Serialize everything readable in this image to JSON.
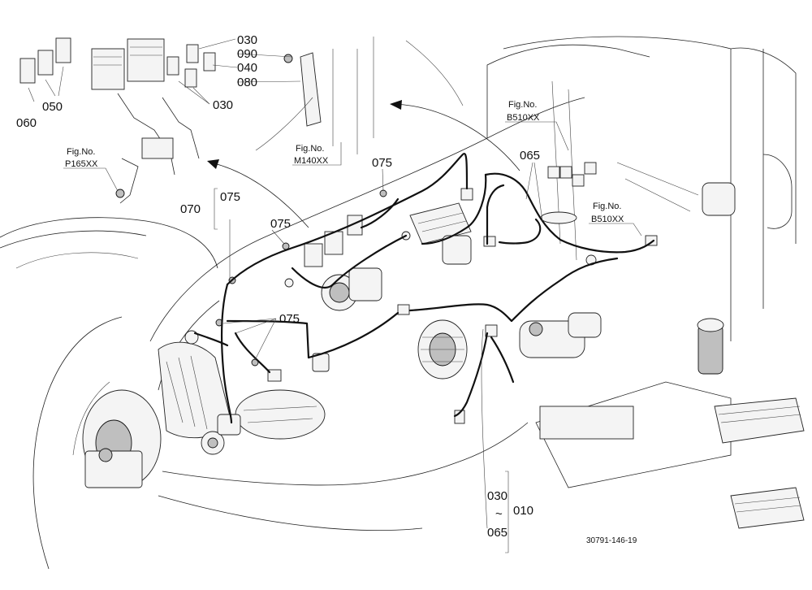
{
  "labels": {
    "p030a": "030",
    "p090": "090",
    "p040": "040",
    "p080": "080",
    "p030b": "030",
    "p050": "050",
    "p060": "060",
    "p070": "070",
    "p075_brace": "075",
    "p075_a": "075",
    "p075_b": "075",
    "p075_c": "075",
    "p065": "065",
    "p030_range_from": "030",
    "p030_range_tilde": "~",
    "p030_range_to": "065",
    "p010": "010"
  },
  "figure_refs": {
    "ref1": {
      "title": "Fig.No.",
      "code": "P165XX"
    },
    "ref2": {
      "title": "Fig.No.",
      "code": "M140XX"
    },
    "ref3": {
      "title": "Fig.No.",
      "code": "B510XX"
    },
    "ref4": {
      "title": "Fig.No.",
      "code": "B510XX"
    }
  },
  "drawing_number": "30791-146-19",
  "colors": {
    "ink": "#111111",
    "paper": "#ffffff"
  }
}
